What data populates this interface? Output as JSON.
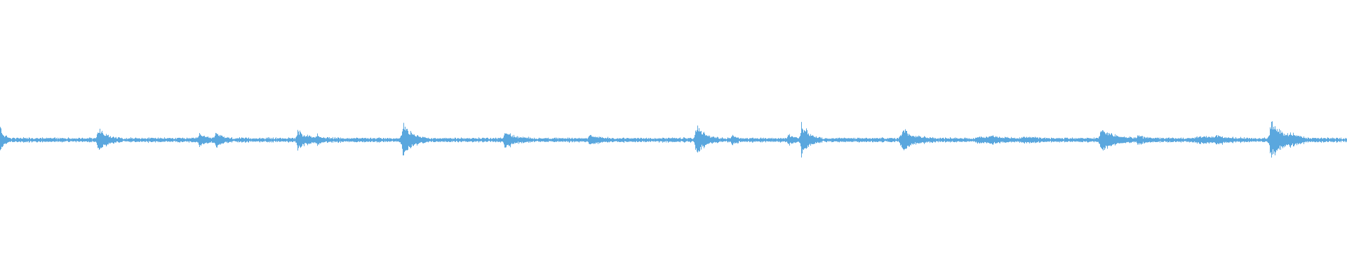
{
  "waveform": {
    "color": "#5aa7de",
    "background": "#ffffff",
    "baseline_amplitude": 0.012,
    "noise_amplitude": 0.006,
    "bursts": [
      {
        "t": 0.0,
        "amp": 0.11,
        "dur": 0.0025
      },
      {
        "t": 0.073,
        "amp": 0.09,
        "dur": 0.006
      },
      {
        "t": 0.148,
        "amp": 0.04,
        "dur": 0.005
      },
      {
        "t": 0.16,
        "amp": 0.06,
        "dur": 0.004
      },
      {
        "t": 0.221,
        "amp": 0.075,
        "dur": 0.006
      },
      {
        "t": 0.235,
        "amp": 0.03,
        "dur": 0.004
      },
      {
        "t": 0.299,
        "amp": 0.14,
        "dur": 0.006
      },
      {
        "t": 0.375,
        "amp": 0.065,
        "dur": 0.006
      },
      {
        "t": 0.438,
        "amp": 0.035,
        "dur": 0.007
      },
      {
        "t": 0.517,
        "amp": 0.12,
        "dur": 0.0055
      },
      {
        "t": 0.543,
        "amp": 0.03,
        "dur": 0.004
      },
      {
        "t": 0.585,
        "amp": 0.03,
        "dur": 0.004
      },
      {
        "t": 0.595,
        "amp": 0.14,
        "dur": 0.005
      },
      {
        "t": 0.67,
        "amp": 0.09,
        "dur": 0.008
      },
      {
        "t": 0.727,
        "amp": 0.02,
        "dur": 0.01
      },
      {
        "t": 0.735,
        "amp": 0.02,
        "dur": 0.008
      },
      {
        "t": 0.76,
        "amp": 0.015,
        "dur": 0.01
      },
      {
        "t": 0.818,
        "amp": 0.1,
        "dur": 0.008
      },
      {
        "t": 0.845,
        "amp": 0.03,
        "dur": 0.005
      },
      {
        "t": 0.89,
        "amp": 0.02,
        "dur": 0.012
      },
      {
        "t": 0.903,
        "amp": 0.025,
        "dur": 0.006
      },
      {
        "t": 0.944,
        "amp": 0.16,
        "dur": 0.008
      },
      {
        "t": 0.958,
        "amp": 0.025,
        "dur": 0.006
      }
    ]
  }
}
